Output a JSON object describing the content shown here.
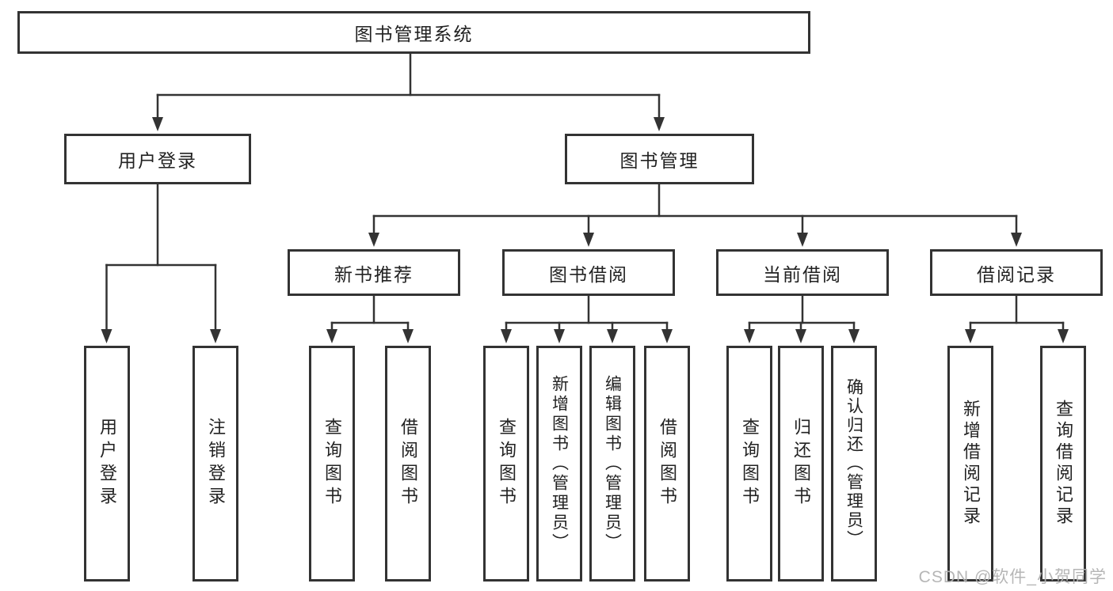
{
  "diagram": {
    "title": "图书管理系统",
    "root_label": "图书管理系统",
    "branches": [
      {
        "label": "用户登录",
        "leaves": [
          "用户登录",
          "注销登录"
        ]
      },
      {
        "label": "图书管理",
        "groups": [
          {
            "label": "新书推荐",
            "leaves": [
              "查询图书",
              "借阅图书"
            ]
          },
          {
            "label": "图书借阅",
            "leaves": [
              "查询图书",
              "新增图书（管理员）",
              "编辑图书（管理员）",
              "借阅图书"
            ]
          },
          {
            "label": "当前借阅",
            "leaves": [
              "查询图书",
              "归还图书",
              "确认归还（管理员）"
            ]
          },
          {
            "label": "借阅记录",
            "leaves": [
              "新增借阅记录",
              "查询借阅记录"
            ]
          }
        ]
      }
    ]
  },
  "watermark": {
    "text": "CSDN @软件_小贺同学"
  },
  "colors": {
    "line": "#333333",
    "box_border": "#333333",
    "box_background": "#ffffff",
    "text": "#222222",
    "watermark": "#b3b3b3",
    "page_background": "#ffffff"
  }
}
